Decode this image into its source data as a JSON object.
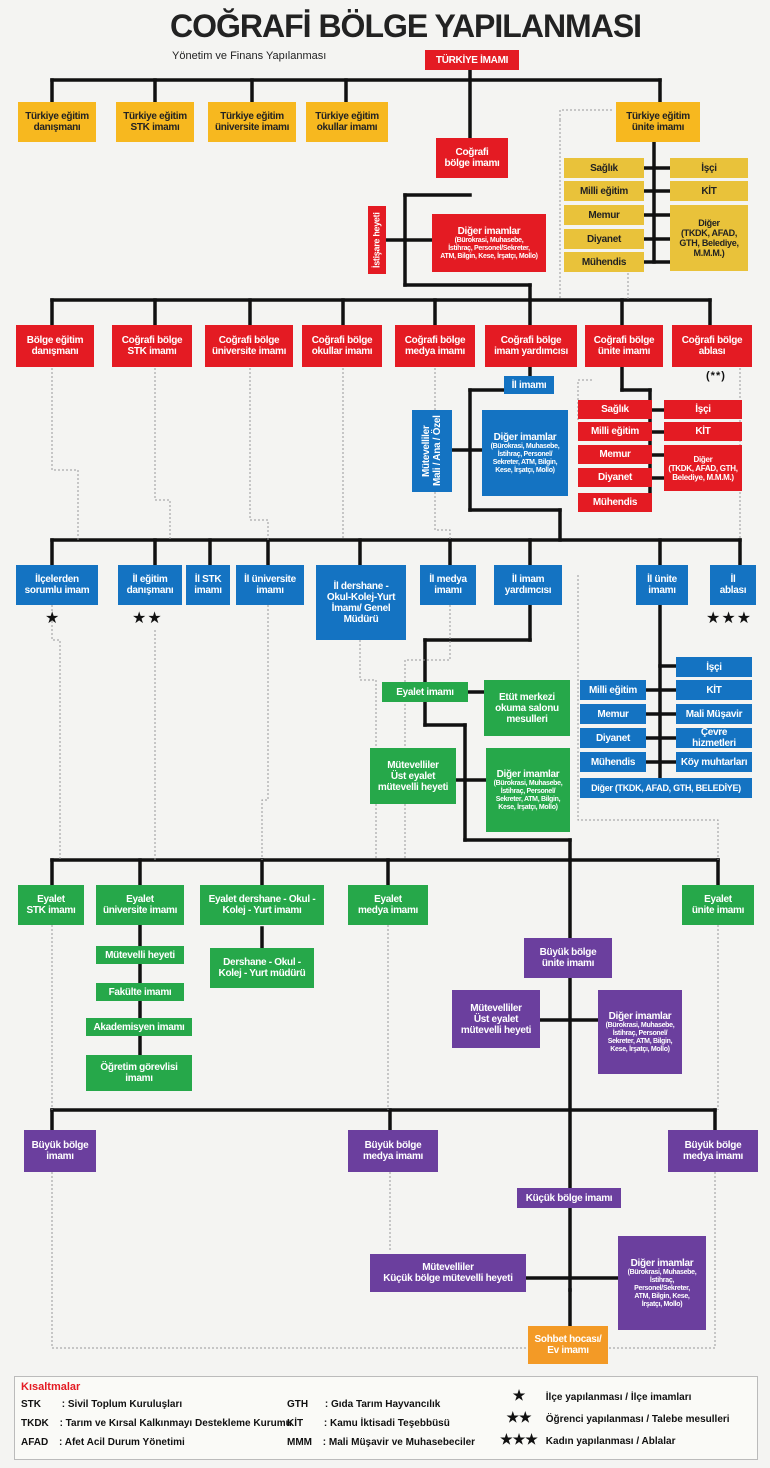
{
  "header": {
    "title": "COĞRAFİ BÖLGE YAPILANMASI",
    "subtitle": "Yönetim ve Finans Yapılanması"
  },
  "colors": {
    "orange": "#f7b81f",
    "red": "#e41b23",
    "blue": "#1473c2",
    "green": "#26a84a",
    "purple": "#6b3f9e",
    "line": "#111111",
    "dotted": "#999999"
  },
  "nodes": {
    "turkiye_imami": "TÜRKİYE İMAMI",
    "t_egitim_danismani": "Türkiye eğitim\ndanışmanı",
    "t_egitim_stk": "Türkiye eğitim\nSTK imamı",
    "t_egitim_universite": "Türkiye eğitim\nüniversite imamı",
    "t_egitim_okullar": "Türkiye eğitim\nokullar imamı",
    "t_egitim_unite": "Türkiye eğitim\nünite imamı",
    "cografi_bolge_imami": "Coğrafi\nbölge imamı",
    "istisare_heyeti": "İstişare heyeti",
    "diger_imamlar_top": "Diğer imamlar",
    "diger_imamlar_detail": "(Bürokrasi, Muhasebe,\nİstihraç, Personel/Sekreter,\nATM, Bilgin, Kese, İrşatçı, Mollo)",
    "t_unite": {
      "left": [
        "Sağlık",
        "Milli eğitim",
        "Memur",
        "Diyanet",
        "Mühendis"
      ],
      "isci": "İşçi",
      "kit": "KİT",
      "diger": "Diğer\n(TKDK, AFAD,\nGTH, Belediye,\nM.M.M.)"
    },
    "cb_egitim_danismani": "Bölge eğitim\ndanışmanı",
    "cb_stk": "Coğrafi bölge\nSTK imamı",
    "cb_universite": "Coğrafi bölge\nüniversite imamı",
    "cb_okullar": "Coğrafi bölge\nokullar imamı",
    "cb_medya": "Coğrafi bölge\nmedya imamı",
    "cb_imam_yardimcisi": "Coğrafi bölge\nimam yardımcısı",
    "cb_unite": "Coğrafi bölge\nünite imamı",
    "cb_ablasi": "Coğrafi bölge\nablası",
    "cb_ablasi_note": "(**)",
    "il_imami": "İl imamı",
    "mutevelliler_mali": "Mütevelliler\nMali / Ana / Özel",
    "il_diger_imamlar": "Diğer imamlar",
    "il_diger_detail": "(Bürokrasi, Muhasebe,\nİstihraç, Personel/\nSekreter, ATM, Bilgin,\nKese, İrşatçı, Mollo)",
    "cb_unite_sub": {
      "left": [
        "Sağlık",
        "Milli eğitim",
        "Memur",
        "Diyanet",
        "Mühendis"
      ],
      "isci": "İşçi",
      "kit": "KİT",
      "diger": "Diğer\n(TKDK, AFAD, GTH,\nBelediye, M.M.M.)"
    },
    "ilcelerden_sorumlu": "İlçelerden\nsorumlu imam",
    "il_egitim_danismani": "İl eğitim\ndanışmanı",
    "il_stk": "İl STK\nimamı",
    "il_universite": "İl üniversite\nimamı",
    "il_dershane": "İl dershane -\nOkul-Kolej-Yurt\nİmamı/ Genel\nMüdürü",
    "il_medya": "İl medya\nimamı",
    "il_imam_yardimcisi": "İl imam\nyardımcısı",
    "il_unite": "İl ünite\nimamı",
    "il_ablasi": "İl\nablası",
    "star1": "★",
    "star2": "★★",
    "star3": "★★★",
    "eyalet_imami": "Eyalet imamı",
    "etut_merkezi": "Etüt merkezi\nokuma salonu\nmesulleri",
    "mutevelliler_ust": "Mütevelliler\nÜst eyalet\nmütevelli heyeti",
    "eyalet_diger": "Diğer imamlar",
    "eyalet_diger_detail": "(Bürokrasi, Muhasebe,\nİstihraç, Personel/\nSekreter, ATM, Bilgin,\nKese, İrşatçı, Mollo)",
    "il_unite_sub": {
      "left": [
        "Milli eğitim",
        "Memur",
        "Diyanet",
        "Mühendis"
      ],
      "right": [
        "İşçi",
        "KİT",
        "Mali Müşavir",
        "Çevre hizmetleri",
        "Köy muhtarları"
      ],
      "diger": "Diğer (TKDK, AFAD, GTH, BELEDİYE)"
    },
    "eyalet_stk": "Eyalet\nSTK imamı",
    "eyalet_universite": "Eyalet\nüniversite imamı",
    "eyalet_dershane": "Eyalet dershane - Okul -\nKolej - Yurt imamı",
    "eyalet_medya": "Eyalet\nmedya imamı",
    "eyalet_unite": "Eyalet\nünite imamı",
    "mutevelli_heyeti": "Mütevelli heyeti",
    "fakulte_imami": "Fakülte imamı",
    "akademisyen_imami": "Akademisyen imamı",
    "ogretim_gorevlisi": "Öğretim görevlisi\nimamı",
    "dershane_mudur": "Dershane - Okul -\nKolej - Yurt müdürü",
    "buyuk_bolge_unite": "Büyük bölge\nünite imamı",
    "bb_mutevelliler": "Mütevelliler\nÜst eyalet\nmütevelli heyeti",
    "bb_diger": "Diğer imamlar",
    "bb_diger_detail": "(Bürokrasi, Muhasebe,\nİstihraç, Personel/\nSekreter, ATM, Bilgin,\nKese, İrşatçı, Mollo)",
    "buyuk_bolge_imami": "Büyük bölge\nimamı",
    "bb_medya_mid": "Büyük bölge\nmedya imamı",
    "bb_medya_right": "Büyük bölge\nmedya imamı",
    "kucuk_bolge_imami": "Küçük bölge imamı",
    "kb_mutevelliler": "Mütevelliler\nKüçük bölge mütevelli heyeti",
    "kb_diger": "Diğer imamlar",
    "kb_diger_detail": "(Bürokrasi, Muhasebe,\nİstihraç,\nPersonel/Sekreter,\nATM, Bilgin, Kese,\nİrşatçı, Mollo)",
    "sohbet_hocasi": "Sohbet hocası/\nEv imamı"
  },
  "legend": {
    "title": "Kısaltmalar",
    "abbreviations": [
      {
        "key": "STK",
        "value": ": Sivil Toplum Kuruluşları"
      },
      {
        "key": "TKDK",
        "value": ": Tarım ve Kırsal Kalkınmayı Destekleme Kurumu"
      },
      {
        "key": "AFAD",
        "value": ": Afet Acil Durum Yönetimi"
      },
      {
        "key": "GTH",
        "value": ": Gıda Tarım Hayvancılık"
      },
      {
        "key": "KİT",
        "value": ": Kamu İktisadi Teşebbüsü"
      },
      {
        "key": "MMM",
        "value": ": Mali Müşavir ve Muhasebeciler"
      }
    ],
    "stars": [
      {
        "symbol": "★",
        "value": "İlçe yapılanması / İlçe imamları"
      },
      {
        "symbol": "★★",
        "value": "Öğrenci yapılanması / Talebe mesulleri"
      },
      {
        "symbol": "★★★",
        "value": "Kadın yapılanması / Ablalar"
      }
    ]
  }
}
